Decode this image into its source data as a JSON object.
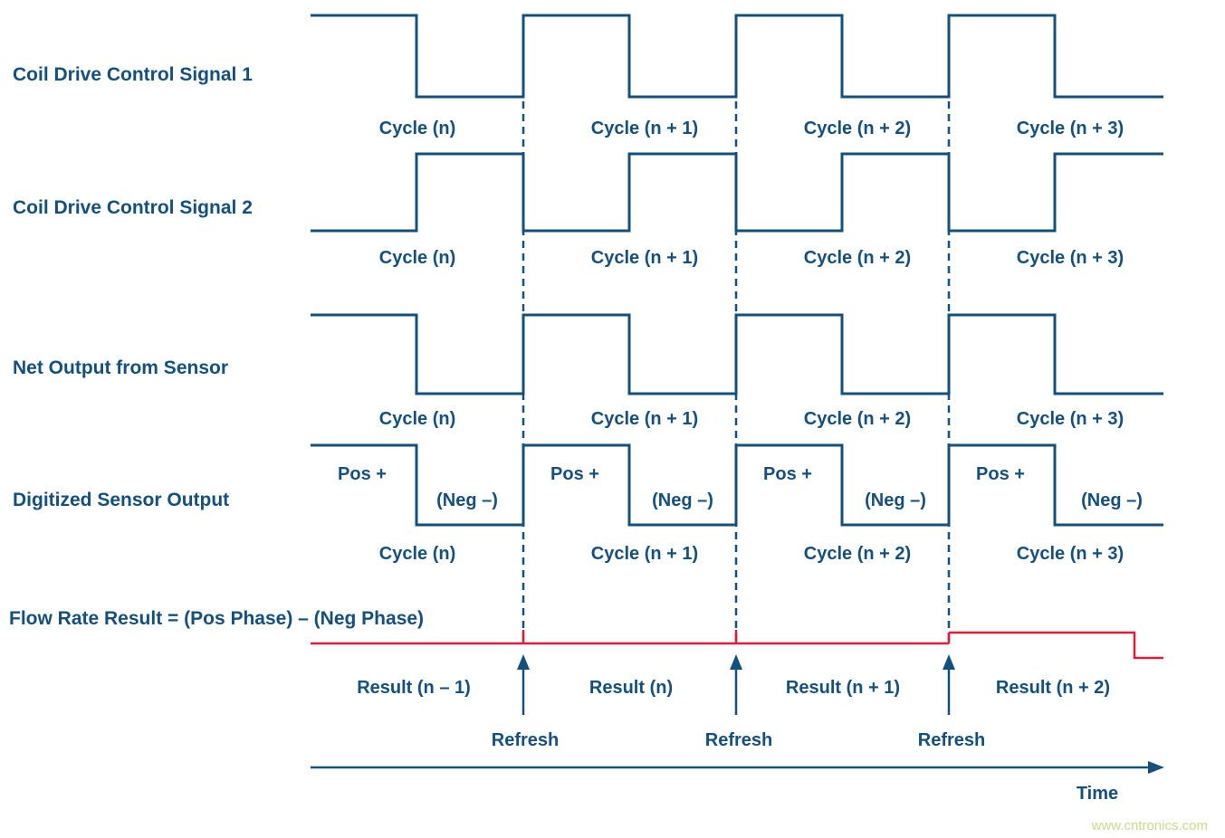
{
  "colors": {
    "navy": "#14507E",
    "red": "#DC1C3C",
    "watermark_green": "#C8DA8C"
  },
  "row_labels": {
    "signal1": "Coil Drive Control Signal 1",
    "signal2": "Coil Drive Control Signal 2",
    "net_output": "Net Output from Sensor",
    "digitized": "Digitized Sensor Output",
    "flow_rate": "Flow Rate Result = (Pos Phase) – (Neg Phase)"
  },
  "cycles": [
    "Cycle (n)",
    "Cycle (n + 1)",
    "Cycle (n + 2)",
    "Cycle (n + 3)"
  ],
  "digitized": {
    "pos_label": "Pos +",
    "neg_label": "(Neg –)"
  },
  "results": [
    "Result (n – 1)",
    "Result (n)",
    "Result (n + 1)",
    "Result (n + 2)"
  ],
  "refresh_label": "Refresh",
  "time_label": "Time",
  "watermark": "www.cntronics.com"
}
